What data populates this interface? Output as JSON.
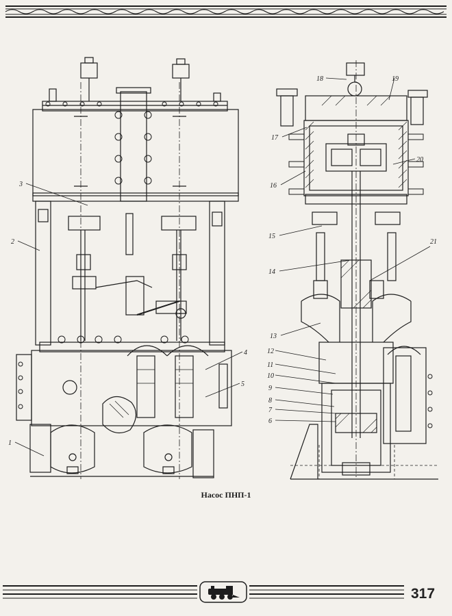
{
  "figure": {
    "caption": "Насос ПНП-1",
    "left_view_callouts": [
      "1",
      "2",
      "3",
      "4",
      "5"
    ],
    "right_view_callouts": [
      "6",
      "7",
      "8",
      "9",
      "10",
      "11",
      "12",
      "13",
      "14",
      "15",
      "16",
      "17",
      "18",
      "19",
      "20",
      "21"
    ]
  },
  "page_number": "317",
  "colors": {
    "ink": "#1d1d1d",
    "paper": "#f3f1ec"
  }
}
